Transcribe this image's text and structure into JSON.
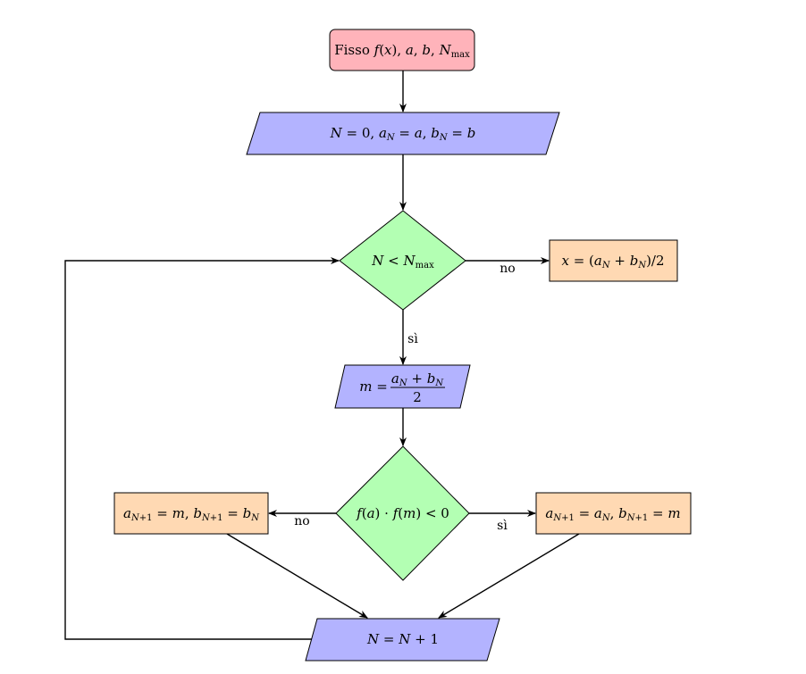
{
  "colors": {
    "start": "#ffb3ba",
    "io": "#b3b3ff",
    "decision": "#b3ffb3",
    "process": "#ffd9b3",
    "stroke": "#000000"
  },
  "nodes": {
    "start": "Fisso f(x), a, b, N_max",
    "init": "N = 0, a_N = a, b_N = b",
    "cond": "N < N_max",
    "result": "x = (a_N + b_N)/2",
    "mid": "m = (a_N + b_N)/2",
    "check": "f(a) · f(m) < 0",
    "left_update": "a_{N+1} = m, b_{N+1} = b_N",
    "right_update": "a_{N+1} = a_N, b_{N+1} = m",
    "increment": "N = N + 1"
  },
  "edges": {
    "cond_no": "no",
    "cond_yes": "sì",
    "check_no": "no",
    "check_yes": "sì"
  }
}
